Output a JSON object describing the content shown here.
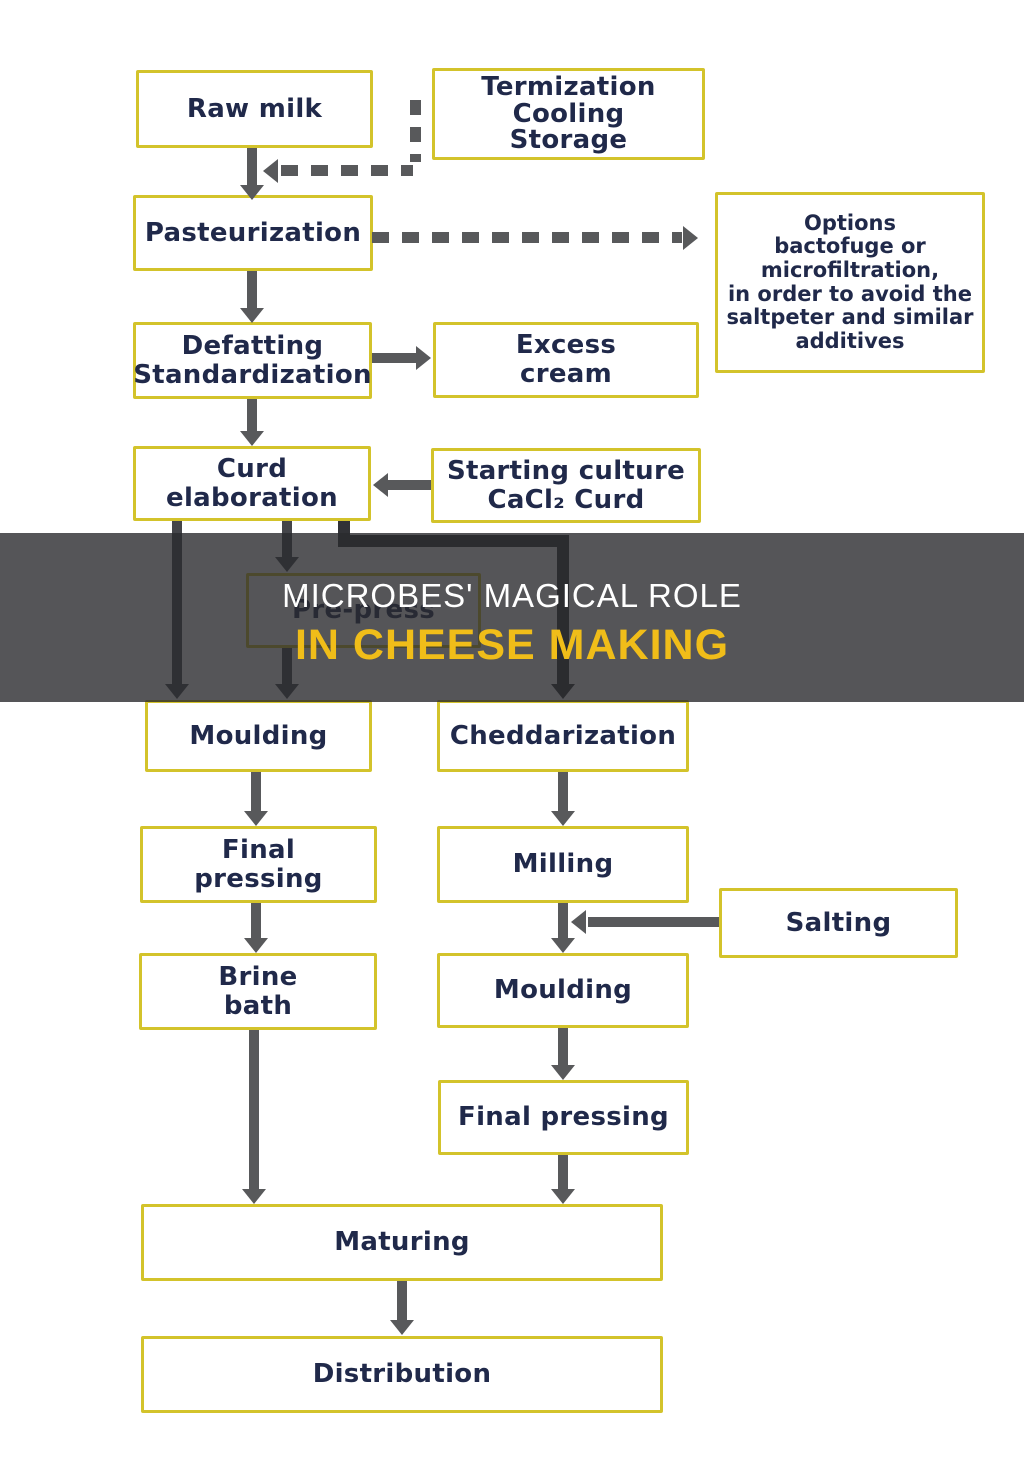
{
  "banner": {
    "line1": "MICROBES' MAGICAL ROLE",
    "line2": "IN CHEESE MAKING",
    "line1_color": "#ffffff",
    "line2_color": "#f0bd19",
    "overlay_color": "#2b2b2e"
  },
  "nodes": {
    "raw_milk": {
      "label": "Raw milk"
    },
    "termization": {
      "label": "Termization\nCooling\nStorage"
    },
    "pasteurization": {
      "label": "Pasteurization"
    },
    "options": {
      "label": "Options\nbactofuge or\nmicrofiltration,\nin order to avoid the\nsaltpeter and similar\nadditives"
    },
    "defatting": {
      "label": "Defatting\nStandardization"
    },
    "excess_cream": {
      "label": "Excess\ncream"
    },
    "curd_elaboration": {
      "label": "Curd\nelaboration"
    },
    "starting_culture": {
      "label": "Starting culture\nCaCl₂ Curd"
    },
    "pre_press": {
      "label": "Pre-press"
    },
    "moulding_left": {
      "label": "Moulding"
    },
    "cheddarization": {
      "label": "Cheddarization"
    },
    "final_pressing_left": {
      "label": "Final\npressing"
    },
    "milling": {
      "label": "Milling"
    },
    "salting": {
      "label": "Salting"
    },
    "brine_bath": {
      "label": "Brine\nbath"
    },
    "moulding_right": {
      "label": "Moulding"
    },
    "final_pressing_right": {
      "label": "Final pressing"
    },
    "maturing": {
      "label": "Maturing"
    },
    "distribution": {
      "label": "Distribution"
    }
  },
  "connections": [
    {
      "from": "raw_milk",
      "to": "pasteurization",
      "style": "solid"
    },
    {
      "from": "termization",
      "to": "raw_milk-pasteurization arrow",
      "style": "dashed"
    },
    {
      "from": "pasteurization",
      "to": "options",
      "style": "dashed"
    },
    {
      "from": "pasteurization",
      "to": "defatting",
      "style": "solid"
    },
    {
      "from": "defatting",
      "to": "excess_cream",
      "style": "solid"
    },
    {
      "from": "starting_culture",
      "to": "curd_elaboration",
      "style": "solid"
    },
    {
      "from": "defatting",
      "to": "curd_elaboration",
      "style": "solid"
    },
    {
      "from": "curd_elaboration",
      "to": "moulding_left",
      "style": "solid"
    },
    {
      "from": "curd_elaboration",
      "to": "pre_press",
      "style": "solid"
    },
    {
      "from": "pre_press",
      "to": "moulding_left",
      "style": "solid"
    },
    {
      "from": "curd_elaboration",
      "to": "cheddarization",
      "style": "solid-dark-elbow"
    },
    {
      "from": "moulding_left",
      "to": "final_pressing_left",
      "style": "solid"
    },
    {
      "from": "cheddarization",
      "to": "milling",
      "style": "solid"
    },
    {
      "from": "final_pressing_left",
      "to": "brine_bath",
      "style": "solid"
    },
    {
      "from": "milling",
      "to": "moulding_right",
      "style": "solid"
    },
    {
      "from": "salting",
      "to": "milling-moulding arrow",
      "style": "solid"
    },
    {
      "from": "moulding_right",
      "to": "final_pressing_right",
      "style": "solid"
    },
    {
      "from": "brine_bath",
      "to": "maturing",
      "style": "solid"
    },
    {
      "from": "final_pressing_right",
      "to": "maturing",
      "style": "solid"
    },
    {
      "from": "maturing",
      "to": "distribution",
      "style": "solid"
    }
  ],
  "colors": {
    "box_border": "#d3c32b",
    "box_text": "#20294a",
    "arrow_gray": "#58595b",
    "arrow_dark": "#313236",
    "background": "#ffffff"
  }
}
